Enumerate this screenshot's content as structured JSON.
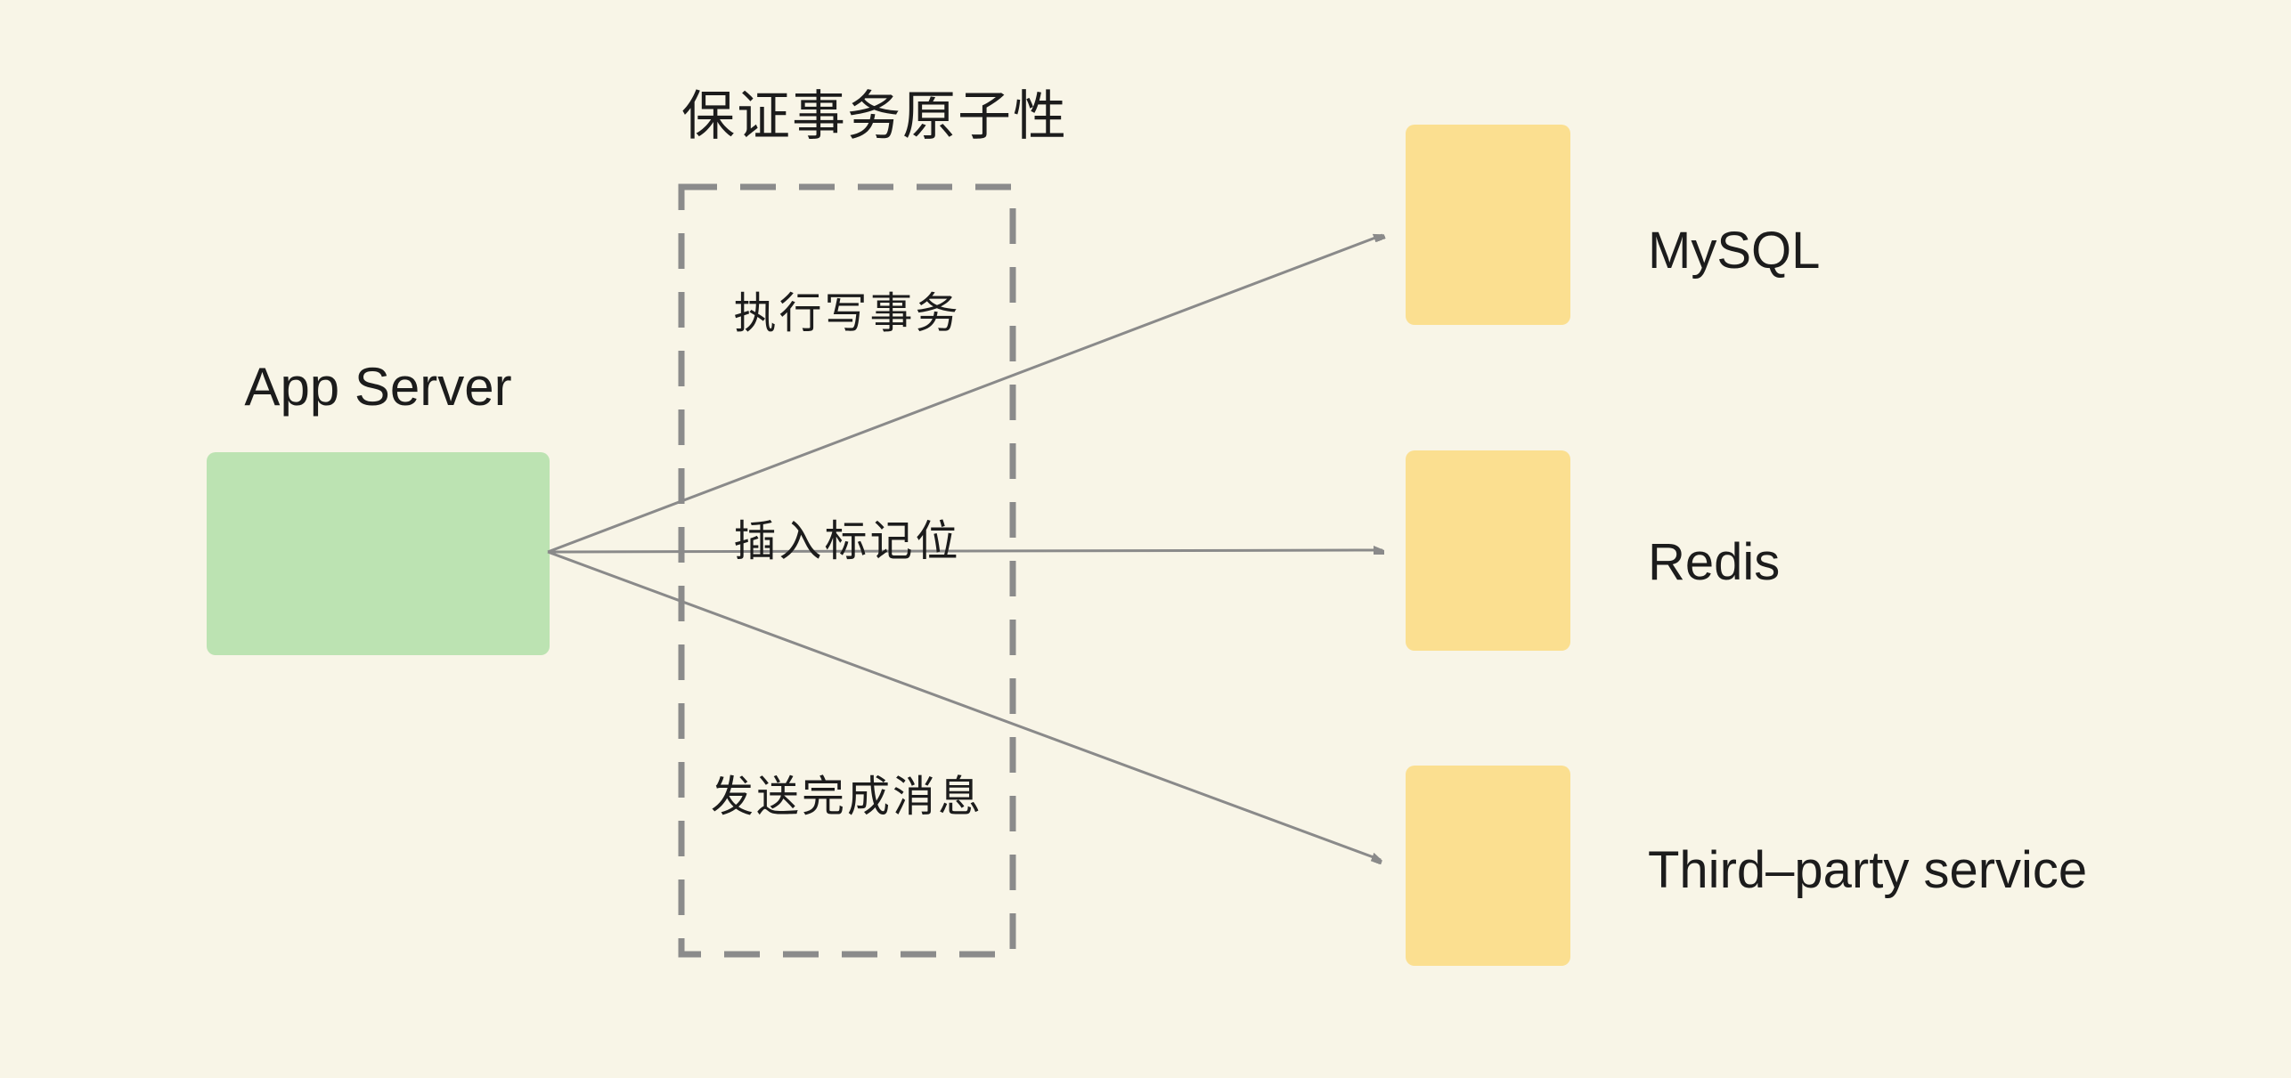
{
  "diagram": {
    "title": "保证事务原子性",
    "source": {
      "label": "App Server"
    },
    "steps": [
      {
        "label": "执行写事务"
      },
      {
        "label": "插入标记位"
      },
      {
        "label": "发送完成消息"
      }
    ],
    "targets": [
      {
        "label": "MySQL"
      },
      {
        "label": "Redis"
      },
      {
        "label": "Third–party service"
      }
    ],
    "colors": {
      "background": "#f8f5e7",
      "source_node": "#bce3b2",
      "target_node": "#fbdf90",
      "arrow": "#8a8a8a",
      "dashed_border": "#8b8b8b",
      "text": "#1c1c1c"
    }
  }
}
